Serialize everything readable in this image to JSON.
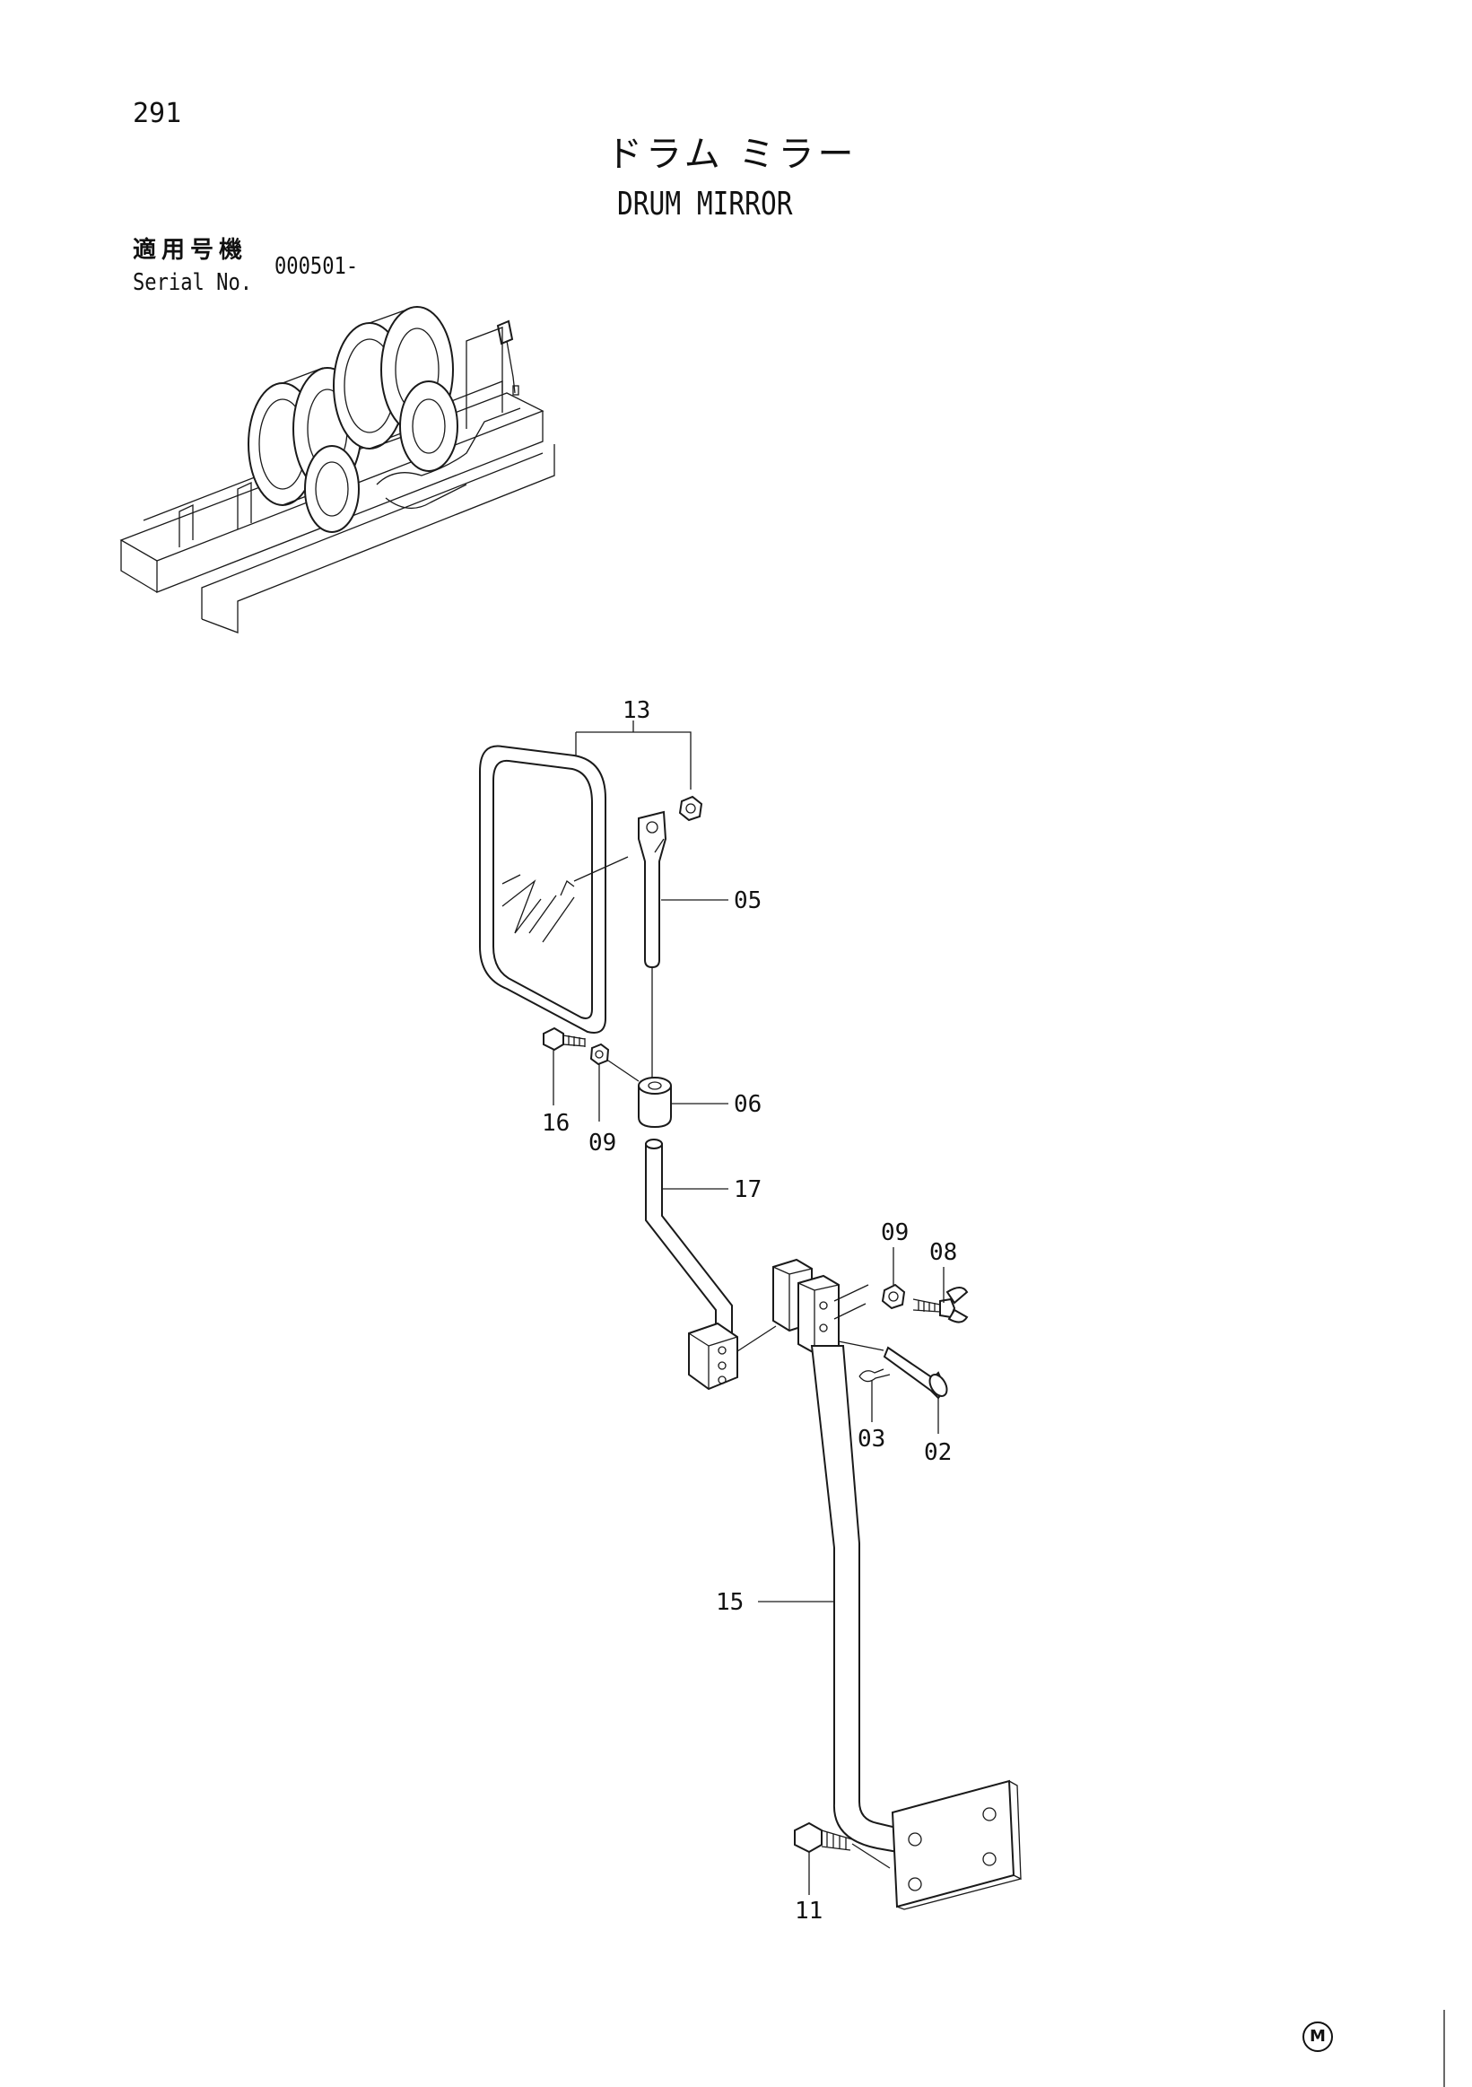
{
  "page": {
    "number": "291",
    "title_jp": "ドラム ミラー",
    "title_en": "DRUM MIRROR"
  },
  "serial": {
    "label_jp": "適用号機",
    "label_en": "Serial No.",
    "value": "000501-"
  },
  "parts": [
    {
      "id": "p13",
      "label": "13"
    },
    {
      "id": "p05",
      "label": "05"
    },
    {
      "id": "p16",
      "label": "16"
    },
    {
      "id": "p09a",
      "label": "09"
    },
    {
      "id": "p06",
      "label": "06"
    },
    {
      "id": "p17",
      "label": "17"
    },
    {
      "id": "p09b",
      "label": "09"
    },
    {
      "id": "p08",
      "label": "08"
    },
    {
      "id": "p03",
      "label": "03"
    },
    {
      "id": "p02",
      "label": "02"
    },
    {
      "id": "p15",
      "label": "15"
    },
    {
      "id": "p11",
      "label": "11"
    }
  ],
  "footer": {
    "mark": "M"
  }
}
